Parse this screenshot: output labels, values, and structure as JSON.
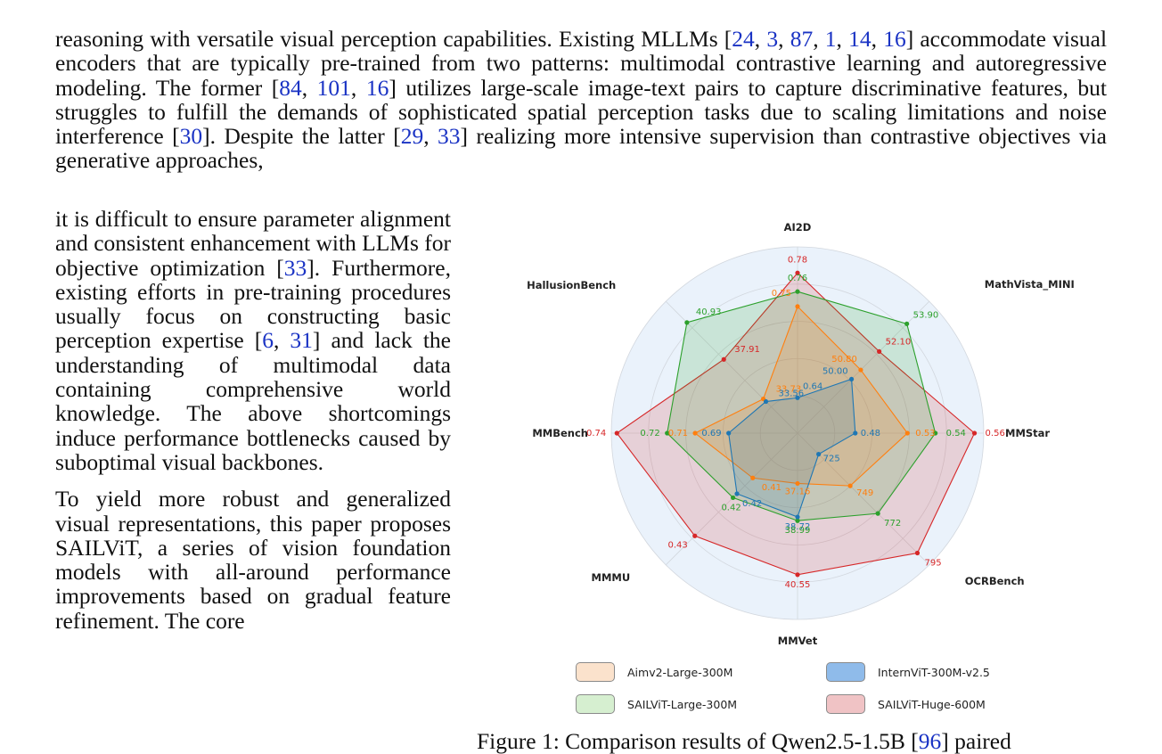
{
  "paragraph_top": [
    {
      "t": "reasoning with versatile visual perception capabilities.  Existing MLLMs ["
    },
    {
      "t": "24",
      "c": true
    },
    {
      "t": ", "
    },
    {
      "t": "3",
      "c": true
    },
    {
      "t": ", "
    },
    {
      "t": "87",
      "c": true
    },
    {
      "t": ", "
    },
    {
      "t": "1",
      "c": true
    },
    {
      "t": ", "
    },
    {
      "t": "14",
      "c": true
    },
    {
      "t": ", "
    },
    {
      "t": "16",
      "c": true
    },
    {
      "t": "] accommodate visual encoders that are typically pre-trained from two patterns: multimodal contrastive learning and autoregressive modeling.  The former ["
    },
    {
      "t": "84",
      "c": true
    },
    {
      "t": ", "
    },
    {
      "t": "101",
      "c": true
    },
    {
      "t": ", "
    },
    {
      "t": "16",
      "c": true
    },
    {
      "t": "] utilizes large-scale image-text pairs to capture discriminative features, but struggles to fulfill the demands of sophisticated spatial perception tasks due to scaling limitations and noise interference ["
    },
    {
      "t": "30",
      "c": true
    },
    {
      "t": "].  Despite the latter ["
    },
    {
      "t": "29",
      "c": true
    },
    {
      "t": ", "
    },
    {
      "t": "33",
      "c": true
    },
    {
      "t": "] realizing more intensive supervision than contrastive objectives via generative approaches,"
    }
  ],
  "paragraph_left_1": [
    {
      "t": "it is difficult to ensure parameter alignment and consistent enhancement with LLMs for objective optimization ["
    },
    {
      "t": "33",
      "c": true
    },
    {
      "t": "]. Furthermore, existing efforts in pre-training procedures usually focus on constructing basic perception expertise ["
    },
    {
      "t": "6",
      "c": true
    },
    {
      "t": ", "
    },
    {
      "t": "31",
      "c": true
    },
    {
      "t": "] and lack the understanding of multimodal data containing comprehensive world knowledge. The above shortcomings induce performance bottlenecks caused by suboptimal visual backbones."
    }
  ],
  "paragraph_left_2": [
    {
      "t": "To yield more robust and generalized visual representations, this paper proposes SAILViT, a series of vision foundation models with all-around performance improvements based on gradual feature refinement. The core"
    }
  ],
  "caption": [
    {
      "t": "Figure 1: Comparison results of Qwen2.5-1.5B ["
    },
    {
      "t": "96",
      "c": true
    },
    {
      "t": "] paired"
    }
  ],
  "colors": {
    "citation": "#1a33c4",
    "aimv2": "#ff7f0e",
    "internvit": "#1f77b4",
    "sailvit_large": "#2ca02c",
    "sailvit_huge": "#d62728"
  },
  "chart_data": {
    "type": "radar",
    "axes": [
      "AI2D",
      "MathVista_MINI",
      "MMStar",
      "OCRBench",
      "MMVet",
      "MMMU",
      "MMBench",
      "HallusionBench"
    ],
    "series": [
      {
        "name": "Aimv2-Large-300M",
        "labels": [
          "0.75",
          "50.80",
          "0.53",
          "749",
          "37.16",
          "0.41",
          "0.71",
          "33.73"
        ],
        "radii": [
          0.68,
          0.48,
          0.59,
          0.4,
          0.27,
          0.34,
          0.55,
          0.26
        ]
      },
      {
        "name": "InternViT-300M-v2.5",
        "labels": [
          "0.64",
          "50.00",
          "0.48",
          "725",
          "38.72",
          "0.42",
          "0.69",
          "33.56"
        ],
        "radii": [
          0.19,
          0.41,
          0.31,
          0.16,
          0.45,
          0.46,
          0.37,
          0.24
        ]
      },
      {
        "name": "SAILViT-Large-300M",
        "labels": [
          "0.76",
          "53.90",
          "0.54",
          "772",
          "38.99",
          "0.42",
          "0.72",
          "40.93"
        ],
        "radii": [
          0.76,
          0.83,
          0.74,
          0.61,
          0.47,
          0.49,
          0.7,
          0.84
        ]
      },
      {
        "name": "SAILViT-Huge-600M",
        "labels": [
          "0.78",
          "52.10",
          "0.56",
          "795",
          "40.55",
          "0.43",
          "0.74",
          "37.91"
        ],
        "radii": [
          0.86,
          0.62,
          0.95,
          0.91,
          0.76,
          0.78,
          0.97,
          0.56
        ]
      }
    ],
    "legend_placement": "bottom"
  }
}
